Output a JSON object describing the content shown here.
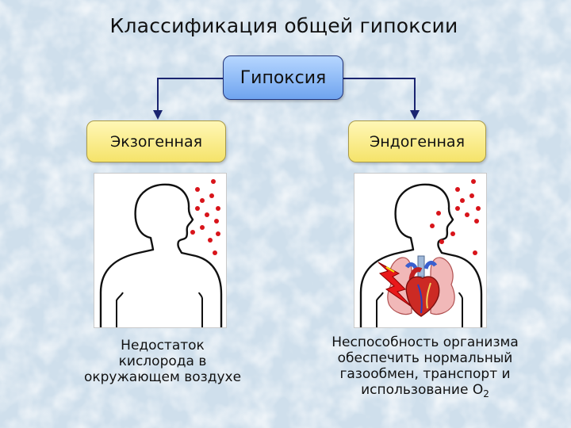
{
  "title": "Классификация общей гипоксии",
  "root": {
    "label": "Гипоксия"
  },
  "categories": [
    {
      "label": "Экзогенная"
    },
    {
      "label": "Эндогенная"
    }
  ],
  "captions": {
    "left": [
      "Недостаток",
      "кислорода в",
      "окружающем воздухе"
    ],
    "right": [
      "Неспособность организма",
      "обеспечить нормальный",
      "газообмен, транспорт и",
      "использование О"
    ],
    "right_subscript": "2"
  },
  "colors": {
    "background": "#d4e3ef",
    "root_fill": "#8ab8f5",
    "category_fill": "#f7e88a",
    "connector": "#1a2470",
    "oxygen_dots": "#d8141a"
  },
  "icons": [
    "human-silhouette-icon",
    "oxygen-dots-icon",
    "heart-lungs-icon",
    "lightning-bolt-icon"
  ]
}
